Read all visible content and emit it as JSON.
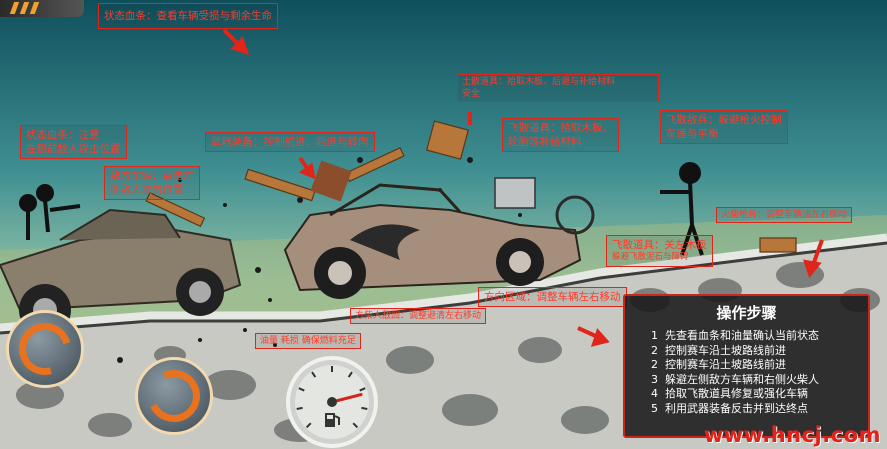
{
  "annotations": {
    "health_bar_top": "状态血条：查看车辆受损与剩余生命",
    "health_bar_left_line1": "状态血条：注意",
    "health_bar_left_line2": "左侧前敌人攻击位置",
    "enemy_vehicle_line1": "敌方车辆：点击左",
    "enemy_vehicle_line2": "侧敌人攻击位置",
    "weapon": "武器装备：控制前进、后退与转向",
    "debris_items_line1": "土散道具：拾取木板、后退与补给材料",
    "debris_items_line2": "安全",
    "flying_items_line1": "飞散道具：拾取木板、",
    "flying_items_line2": "轮胎等补给材料",
    "flying_enemy_line1": "飞散敌兵：躲避枪火控制",
    "flying_enemy_line2": "车速与平衡",
    "right_fire": "火柴枪兵：调整车辆油左右侧动",
    "flying_props_line1": "飞散道具：关左木板",
    "flying_props_line2": "躲避飞散泥石与障碍",
    "direction_zone": "方向区域：调整车辆左右移动",
    "stick_enemy": "方柴人敌囧：调整避清左右移动",
    "ground_note": "油量 耗损 确保燃料充足"
  },
  "steps_panel": {
    "title": "操作步骤",
    "items": [
      {
        "num": "1",
        "text": "先查看血条和油量确认当前状态"
      },
      {
        "num": "2",
        "text": "控制赛车沿土坡路线前进"
      },
      {
        "num": "2",
        "text": "控制赛车沿土坡路线前进"
      },
      {
        "num": "3",
        "text": "躲避左侧敌方车辆和右侧火柴人"
      },
      {
        "num": "4",
        "text": "拾取飞散道具修复或强化车辆"
      },
      {
        "num": "5",
        "text": "利用武器装备反击并到达终点"
      }
    ]
  },
  "gauge": {
    "fuel_fraction": 0.78,
    "icon": "fuel-pump-icon"
  },
  "controls": {
    "left_button_icon": "rotate-back-icon",
    "right_button_icon": "rotate-forward-icon"
  },
  "watermark": "www.hncj.com",
  "colors": {
    "annotation_red": "#e0251b",
    "accent_orange": "#e9721f",
    "watermark_red": "#e4211a"
  }
}
